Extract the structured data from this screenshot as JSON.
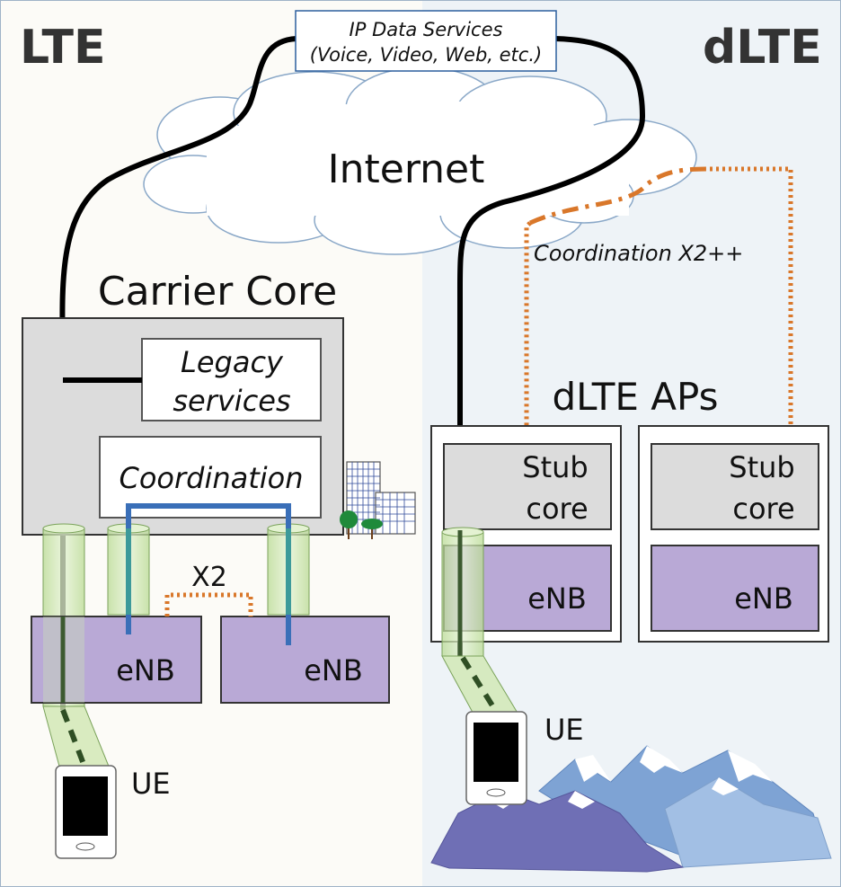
{
  "regions": {
    "left": "LTE",
    "right": "dLTE"
  },
  "ip_services": {
    "line1": "IP Data Services",
    "line2": "(Voice, Video, Web, etc.)"
  },
  "internet": "Internet",
  "carrier_core": {
    "title": "Carrier Core",
    "legacy_line1": "Legacy",
    "legacy_line2": "services",
    "coordination": "Coordination"
  },
  "x2": "X2",
  "enb": "eNB",
  "ue": "UE",
  "dlte_aps": "dLTE APs",
  "coordination_x2pp": "Coordination X2++",
  "stub_core": {
    "line1": "Stub",
    "line2": "core"
  },
  "colors": {
    "left_bg": "#fcfbf7",
    "right_bg": "#f0f4f7",
    "enb_fill": "#b9a9d6",
    "core_fill": "#dcdcdc",
    "tunnel_fill": "#cfe7b2",
    "blue_link": "#3a6fb8",
    "orange_link": "#d9772a",
    "cloud_stroke": "#8aa8c8"
  }
}
